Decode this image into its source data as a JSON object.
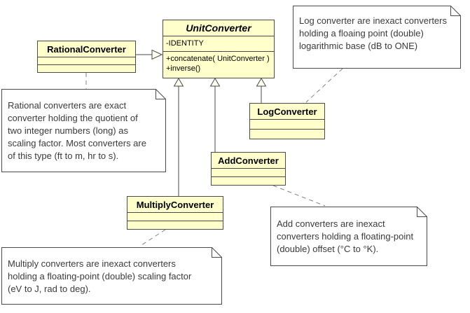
{
  "diagram": {
    "classes": {
      "unit_converter": {
        "name": "UnitConverter",
        "attributes": [
          "-IDENTITY"
        ],
        "methods": [
          "+concatenate( UnitConverter )",
          "+inverse()"
        ]
      },
      "rational_converter": {
        "name": "RationalConverter"
      },
      "log_converter": {
        "name": "LogConverter"
      },
      "add_converter": {
        "name": "AddConverter"
      },
      "multiply_converter": {
        "name": "MultiplyConverter"
      }
    },
    "notes": {
      "log": "Log converter are inexact converters\nholding a floaing point (double)\nlogarithmic base (dB to ONE)",
      "rational": "Rational converters are exact\nconverter holding the quotient of\ntwo integer numbers (long) as\nscaling factor. Most converters are\nof this type (ft to m, hr to s).",
      "add": "Add converters are inexact\nconverters holding a floating-point\n(double) offset  (°C to °K).",
      "multiply": "Multiply converters are inexact converters\nholding a floating-point (double) scaling factor\n(eV to J, rad to deg)."
    },
    "colors": {
      "class_fill": "#ffffcc",
      "class_border": "#4a4a4a",
      "note_fill": "#ffffff",
      "solid_line": "#4a4a4a",
      "dashed_line": "#7f7f7f"
    }
  }
}
